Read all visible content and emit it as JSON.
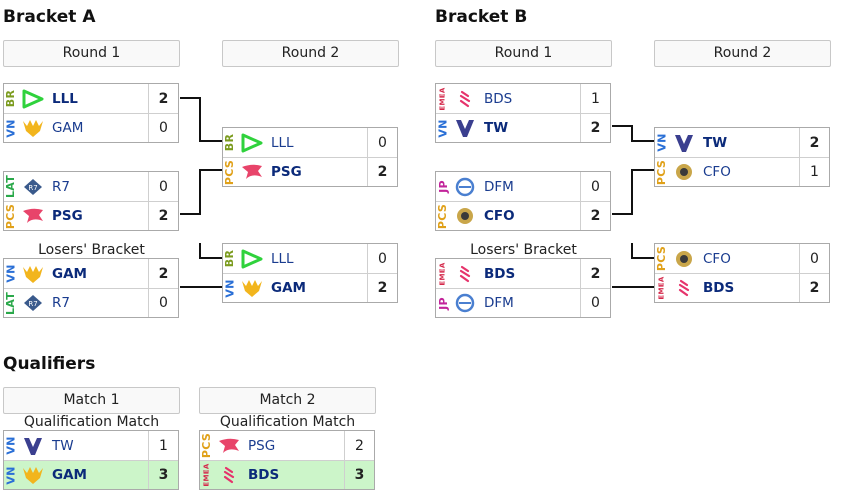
{
  "brackets": {
    "a": {
      "title": "Bracket A",
      "round1_label": "Round 1",
      "round2_label": "Round 2",
      "losers_label": "Losers' Bracket",
      "matches": {
        "r1m1": [
          {
            "region": "BR",
            "region_color": "#7b9b1e",
            "team": "LLL",
            "score": "2",
            "winner": true,
            "logo": "lll-logo-icon"
          },
          {
            "region": "VN",
            "region_color": "#2a6fd6",
            "team": "GAM",
            "score": "0",
            "winner": false,
            "logo": "gam-logo-icon"
          }
        ],
        "r1m2": [
          {
            "region": "LAT",
            "region_color": "#2aa84a",
            "team": "R7",
            "score": "0",
            "winner": false,
            "logo": "r7-logo-icon"
          },
          {
            "region": "PCS",
            "region_color": "#e0a11a",
            "team": "PSG",
            "score": "2",
            "winner": true,
            "logo": "psg-logo-icon"
          }
        ],
        "r2m1": [
          {
            "region": "BR",
            "region_color": "#7b9b1e",
            "team": "LLL",
            "score": "0",
            "winner": false,
            "logo": "lll-logo-icon"
          },
          {
            "region": "PCS",
            "region_color": "#e0a11a",
            "team": "PSG",
            "score": "2",
            "winner": true,
            "logo": "psg-logo-icon"
          }
        ],
        "lb1": [
          {
            "region": "VN",
            "region_color": "#2a6fd6",
            "team": "GAM",
            "score": "2",
            "winner": true,
            "logo": "gam-logo-icon"
          },
          {
            "region": "LAT",
            "region_color": "#2aa84a",
            "team": "R7",
            "score": "0",
            "winner": false,
            "logo": "r7-logo-icon"
          }
        ],
        "lb2": [
          {
            "region": "BR",
            "region_color": "#7b9b1e",
            "team": "LLL",
            "score": "0",
            "winner": false,
            "logo": "lll-logo-icon"
          },
          {
            "region": "VN",
            "region_color": "#2a6fd6",
            "team": "GAM",
            "score": "2",
            "winner": true,
            "logo": "gam-logo-icon"
          }
        ]
      }
    },
    "b": {
      "title": "Bracket B",
      "round1_label": "Round 1",
      "round2_label": "Round 2",
      "losers_label": "Losers' Bracket",
      "matches": {
        "r1m1": [
          {
            "region": "EMEA",
            "region_color": "#d4284a",
            "team": "BDS",
            "score": "1",
            "winner": false,
            "logo": "bds-logo-icon"
          },
          {
            "region": "VN",
            "region_color": "#2a6fd6",
            "team": "TW",
            "score": "2",
            "winner": true,
            "logo": "tw-logo-icon"
          }
        ],
        "r1m2": [
          {
            "region": "JP",
            "region_color": "#c2249a",
            "team": "DFM",
            "score": "0",
            "winner": false,
            "logo": "dfm-logo-icon"
          },
          {
            "region": "PCS",
            "region_color": "#e0a11a",
            "team": "CFO",
            "score": "2",
            "winner": true,
            "logo": "cfo-logo-icon"
          }
        ],
        "r2m1": [
          {
            "region": "VN",
            "region_color": "#2a6fd6",
            "team": "TW",
            "score": "2",
            "winner": true,
            "logo": "tw-logo-icon"
          },
          {
            "region": "PCS",
            "region_color": "#e0a11a",
            "team": "CFO",
            "score": "1",
            "winner": false,
            "logo": "cfo-logo-icon"
          }
        ],
        "lb1": [
          {
            "region": "EMEA",
            "region_color": "#d4284a",
            "team": "BDS",
            "score": "2",
            "winner": true,
            "logo": "bds-logo-icon"
          },
          {
            "region": "JP",
            "region_color": "#c2249a",
            "team": "DFM",
            "score": "0",
            "winner": false,
            "logo": "dfm-logo-icon"
          }
        ],
        "lb2": [
          {
            "region": "PCS",
            "region_color": "#e0a11a",
            "team": "CFO",
            "score": "0",
            "winner": false,
            "logo": "cfo-logo-icon"
          },
          {
            "region": "EMEA",
            "region_color": "#d4284a",
            "team": "BDS",
            "score": "2",
            "winner": true,
            "logo": "bds-logo-icon"
          }
        ]
      }
    }
  },
  "qualifiers": {
    "title": "Qualifiers",
    "match1_label": "Match 1",
    "match2_label": "Match 2",
    "sub_label": "Qualification Match",
    "matches": {
      "q1": [
        {
          "region": "VN",
          "region_color": "#2a6fd6",
          "team": "TW",
          "score": "1",
          "winner": false,
          "logo": "tw-logo-icon"
        },
        {
          "region": "VN",
          "region_color": "#2a6fd6",
          "team": "GAM",
          "score": "3",
          "winner": true,
          "highlight": true,
          "logo": "gam-logo-icon"
        }
      ],
      "q2": [
        {
          "region": "PCS",
          "region_color": "#e0a11a",
          "team": "PSG",
          "score": "2",
          "winner": false,
          "logo": "psg-logo-icon"
        },
        {
          "region": "EMEA",
          "region_color": "#d4284a",
          "team": "BDS",
          "score": "3",
          "winner": true,
          "highlight": true,
          "logo": "bds-logo-icon"
        }
      ]
    }
  }
}
